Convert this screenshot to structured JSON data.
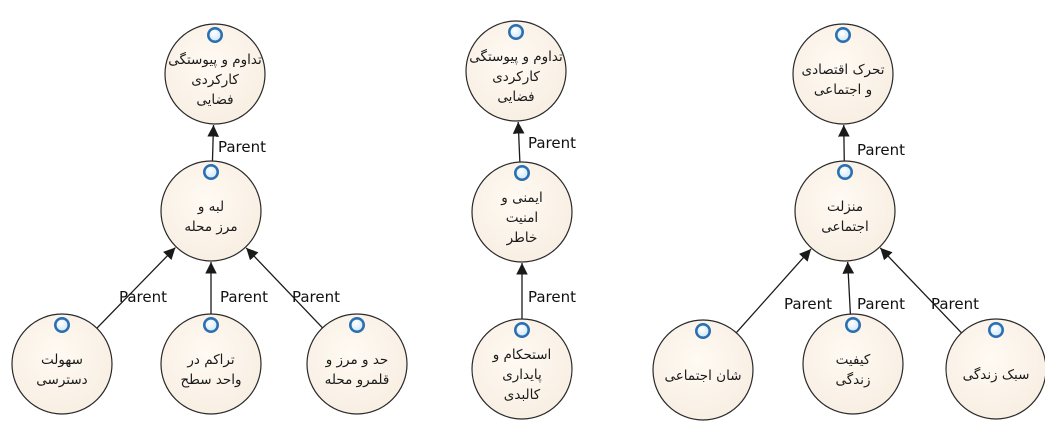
{
  "colors": {
    "node_fill": "#f8eee2",
    "node_stroke": "#2a2a2a",
    "edge": "#1a1a1a",
    "knob_outer": "#2c6fb0",
    "knob_inner": "#d8ecfb"
  },
  "edge_label": "Parent",
  "diagrams": [
    {
      "nodes": [
        {
          "id": "a1",
          "lines": [
            "تداوم و پیوستگی",
            "کارکردی",
            "فضایی"
          ]
        },
        {
          "id": "a2",
          "lines": [
            "لبه و",
            "مرز محله"
          ]
        },
        {
          "id": "a3",
          "lines": [
            "سهولت",
            "دسترسی"
          ]
        },
        {
          "id": "a4",
          "lines": [
            "تراکم در",
            "واحد سطح"
          ]
        },
        {
          "id": "a5",
          "lines": [
            "حد و مرز و",
            "قلمرو محله"
          ]
        }
      ],
      "edges": [
        {
          "from": "a2",
          "to": "a1"
        },
        {
          "from": "a3",
          "to": "a2"
        },
        {
          "from": "a4",
          "to": "a2"
        },
        {
          "from": "a5",
          "to": "a2"
        }
      ]
    },
    {
      "nodes": [
        {
          "id": "b1",
          "lines": [
            "تداوم و پیوستگی",
            "کارکردی",
            "فضایی"
          ]
        },
        {
          "id": "b2",
          "lines": [
            "ایمنی و",
            "امنیت",
            "خاطر"
          ]
        },
        {
          "id": "b3",
          "lines": [
            "استحکام و",
            "پایداری",
            "کالبدی"
          ]
        }
      ],
      "edges": [
        {
          "from": "b2",
          "to": "b1"
        },
        {
          "from": "b3",
          "to": "b2"
        }
      ]
    },
    {
      "nodes": [
        {
          "id": "c1",
          "lines": [
            "تحرک اقتصادی",
            "و اجتماعی"
          ]
        },
        {
          "id": "c2",
          "lines": [
            "منزلت",
            "اجتماعی"
          ]
        },
        {
          "id": "c3",
          "lines": [
            "شان اجتماعی"
          ]
        },
        {
          "id": "c4",
          "lines": [
            "کیفیت",
            "زندگی"
          ]
        },
        {
          "id": "c5",
          "lines": [
            "سبک زندگی"
          ]
        }
      ],
      "edges": [
        {
          "from": "c2",
          "to": "c1"
        },
        {
          "from": "c3",
          "to": "c2"
        },
        {
          "from": "c4",
          "to": "c2"
        },
        {
          "from": "c5",
          "to": "c2"
        }
      ]
    }
  ]
}
